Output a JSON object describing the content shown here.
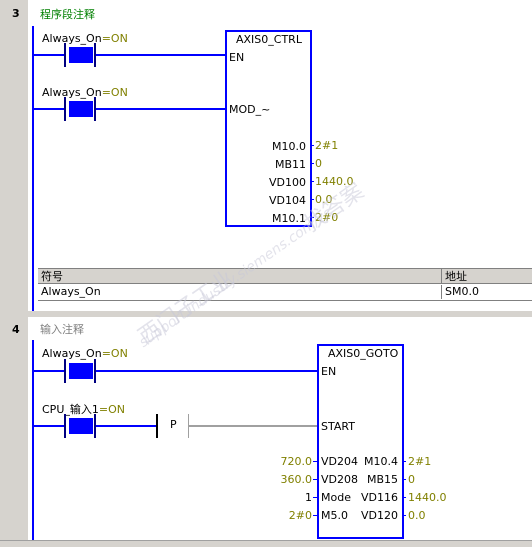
{
  "network3": {
    "number": "3",
    "comment": "程序段注释",
    "contact1": {
      "symbol": "Always_On",
      "state": "=ON"
    },
    "contact2": {
      "symbol": "Always_On",
      "state": "=ON"
    },
    "box": {
      "title": "AXIS0_CTRL",
      "pin_en": "EN",
      "pin_mod": "MOD_~",
      "outputs": [
        {
          "addr": "M10.0",
          "value": "2#1"
        },
        {
          "addr": "MB11",
          "value": "0"
        },
        {
          "addr": "VD100",
          "value": "1440.0"
        },
        {
          "addr": "VD104",
          "value": "0.0"
        },
        {
          "addr": "M10.1",
          "value": "2#0"
        }
      ]
    },
    "symbol_table": {
      "headers": [
        "符号",
        "地址"
      ],
      "rows": [
        [
          "Always_On",
          "SM0.0"
        ]
      ]
    }
  },
  "network4": {
    "number": "4",
    "comment": "输入注释",
    "contact1": {
      "symbol": "Always_On",
      "state": "=ON"
    },
    "contact2": {
      "symbol": "CPU_输入1",
      "state": "=ON"
    },
    "edge": "P",
    "box": {
      "title": "AXIS0_GOTO",
      "pin_en": "EN",
      "pin_start": "START",
      "inputs": [
        {
          "value": "720.0",
          "addr": "VD204"
        },
        {
          "value": "360.0",
          "addr": "VD208"
        },
        {
          "value": "1",
          "addr": "Mode"
        },
        {
          "value": "2#0",
          "addr": "M5.0"
        }
      ],
      "outputs": [
        {
          "addr": "M10.4",
          "value": "2#1"
        },
        {
          "addr": "MB15",
          "value": "0"
        },
        {
          "addr": "VD116",
          "value": "1440.0"
        },
        {
          "addr": "VD120",
          "value": "0.0"
        }
      ]
    }
  },
  "watermark": {
    "line1": "西门子工业",
    "line2": "support.industry.siemens.com/cs",
    "line3": "找答案"
  }
}
